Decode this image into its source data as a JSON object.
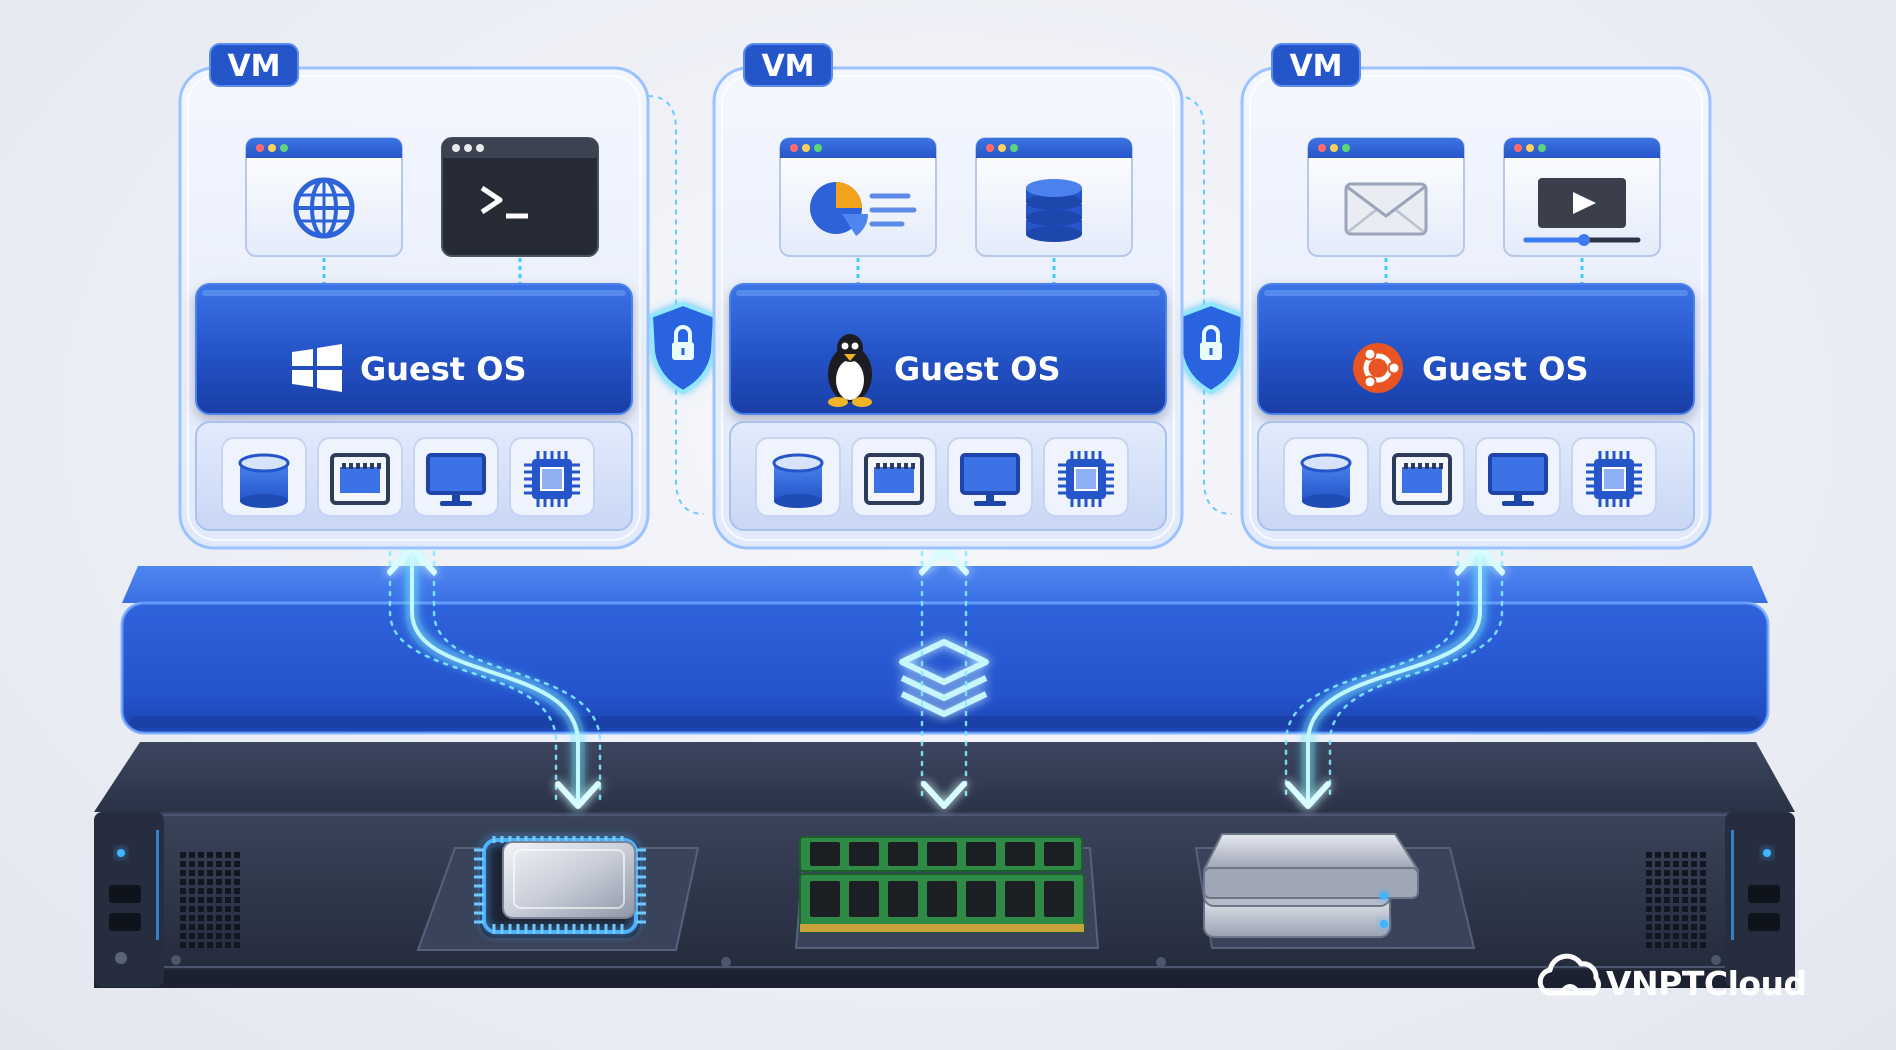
{
  "diagram": {
    "vms": [
      {
        "badge": "VM",
        "os_label": "Guest OS",
        "os_icon": "windows-icon",
        "apps": [
          "globe-icon",
          "terminal-icon"
        ],
        "devices": [
          "disk-icon",
          "network-card-icon",
          "monitor-icon",
          "cpu-chip-icon"
        ]
      },
      {
        "badge": "VM",
        "os_label": "Guest OS",
        "os_icon": "linux-tux-icon",
        "apps": [
          "pie-chart-icon",
          "database-icon"
        ],
        "devices": [
          "disk-icon",
          "network-card-icon",
          "monitor-icon",
          "cpu-chip-icon"
        ]
      },
      {
        "badge": "VM",
        "os_label": "Guest OS",
        "os_icon": "ubuntu-icon",
        "apps": [
          "mail-icon",
          "video-player-icon"
        ],
        "devices": [
          "disk-icon",
          "network-card-icon",
          "monitor-icon",
          "cpu-chip-icon"
        ]
      }
    ],
    "isolation_icons": [
      "lock-shield-icon",
      "lock-shield-icon"
    ],
    "hypervisor_icon": "layers-icon",
    "hardware": [
      "cpu-processor-icon",
      "ram-module-icon",
      "hard-drive-icon"
    ]
  },
  "branding": {
    "logo_icon": "cloud-icon",
    "name": "VNPTCloud"
  },
  "colors": {
    "primary_blue": "#2456c9",
    "hypervisor_blue": "#2f68e0",
    "glow_cyan": "#5ff2ff",
    "server_dark": "#2c3346",
    "ram_green": "#2f8a45",
    "ubuntu_orange": "#e95420"
  }
}
